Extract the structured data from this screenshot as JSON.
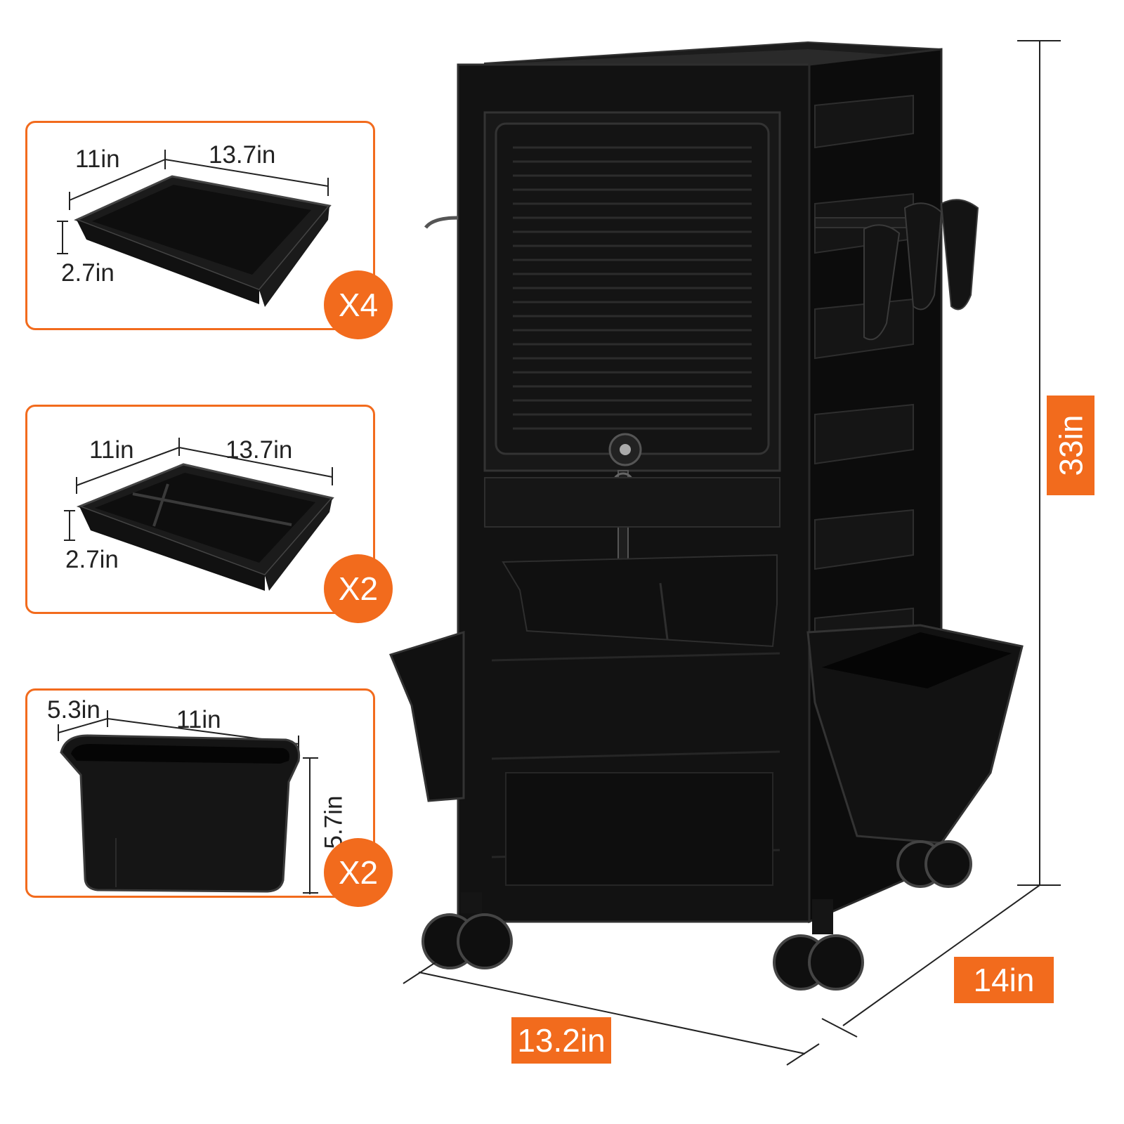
{
  "trays": [
    {
      "width_label": "11in",
      "length_label": "13.7in",
      "height_label": "2.7in",
      "quantity": "X4"
    },
    {
      "width_label": "11in",
      "length_label": "13.7in",
      "height_label": "2.7in",
      "quantity": "X2"
    },
    {
      "width_label": "5.3in",
      "length_label": "11in",
      "height_label": "5.7in",
      "quantity": "X2"
    }
  ],
  "cart": {
    "height_label": "33in",
    "depth_label": "14in",
    "width_label": "13.2in"
  },
  "colors": {
    "accent": "#f26b1d",
    "product": "#111111"
  }
}
